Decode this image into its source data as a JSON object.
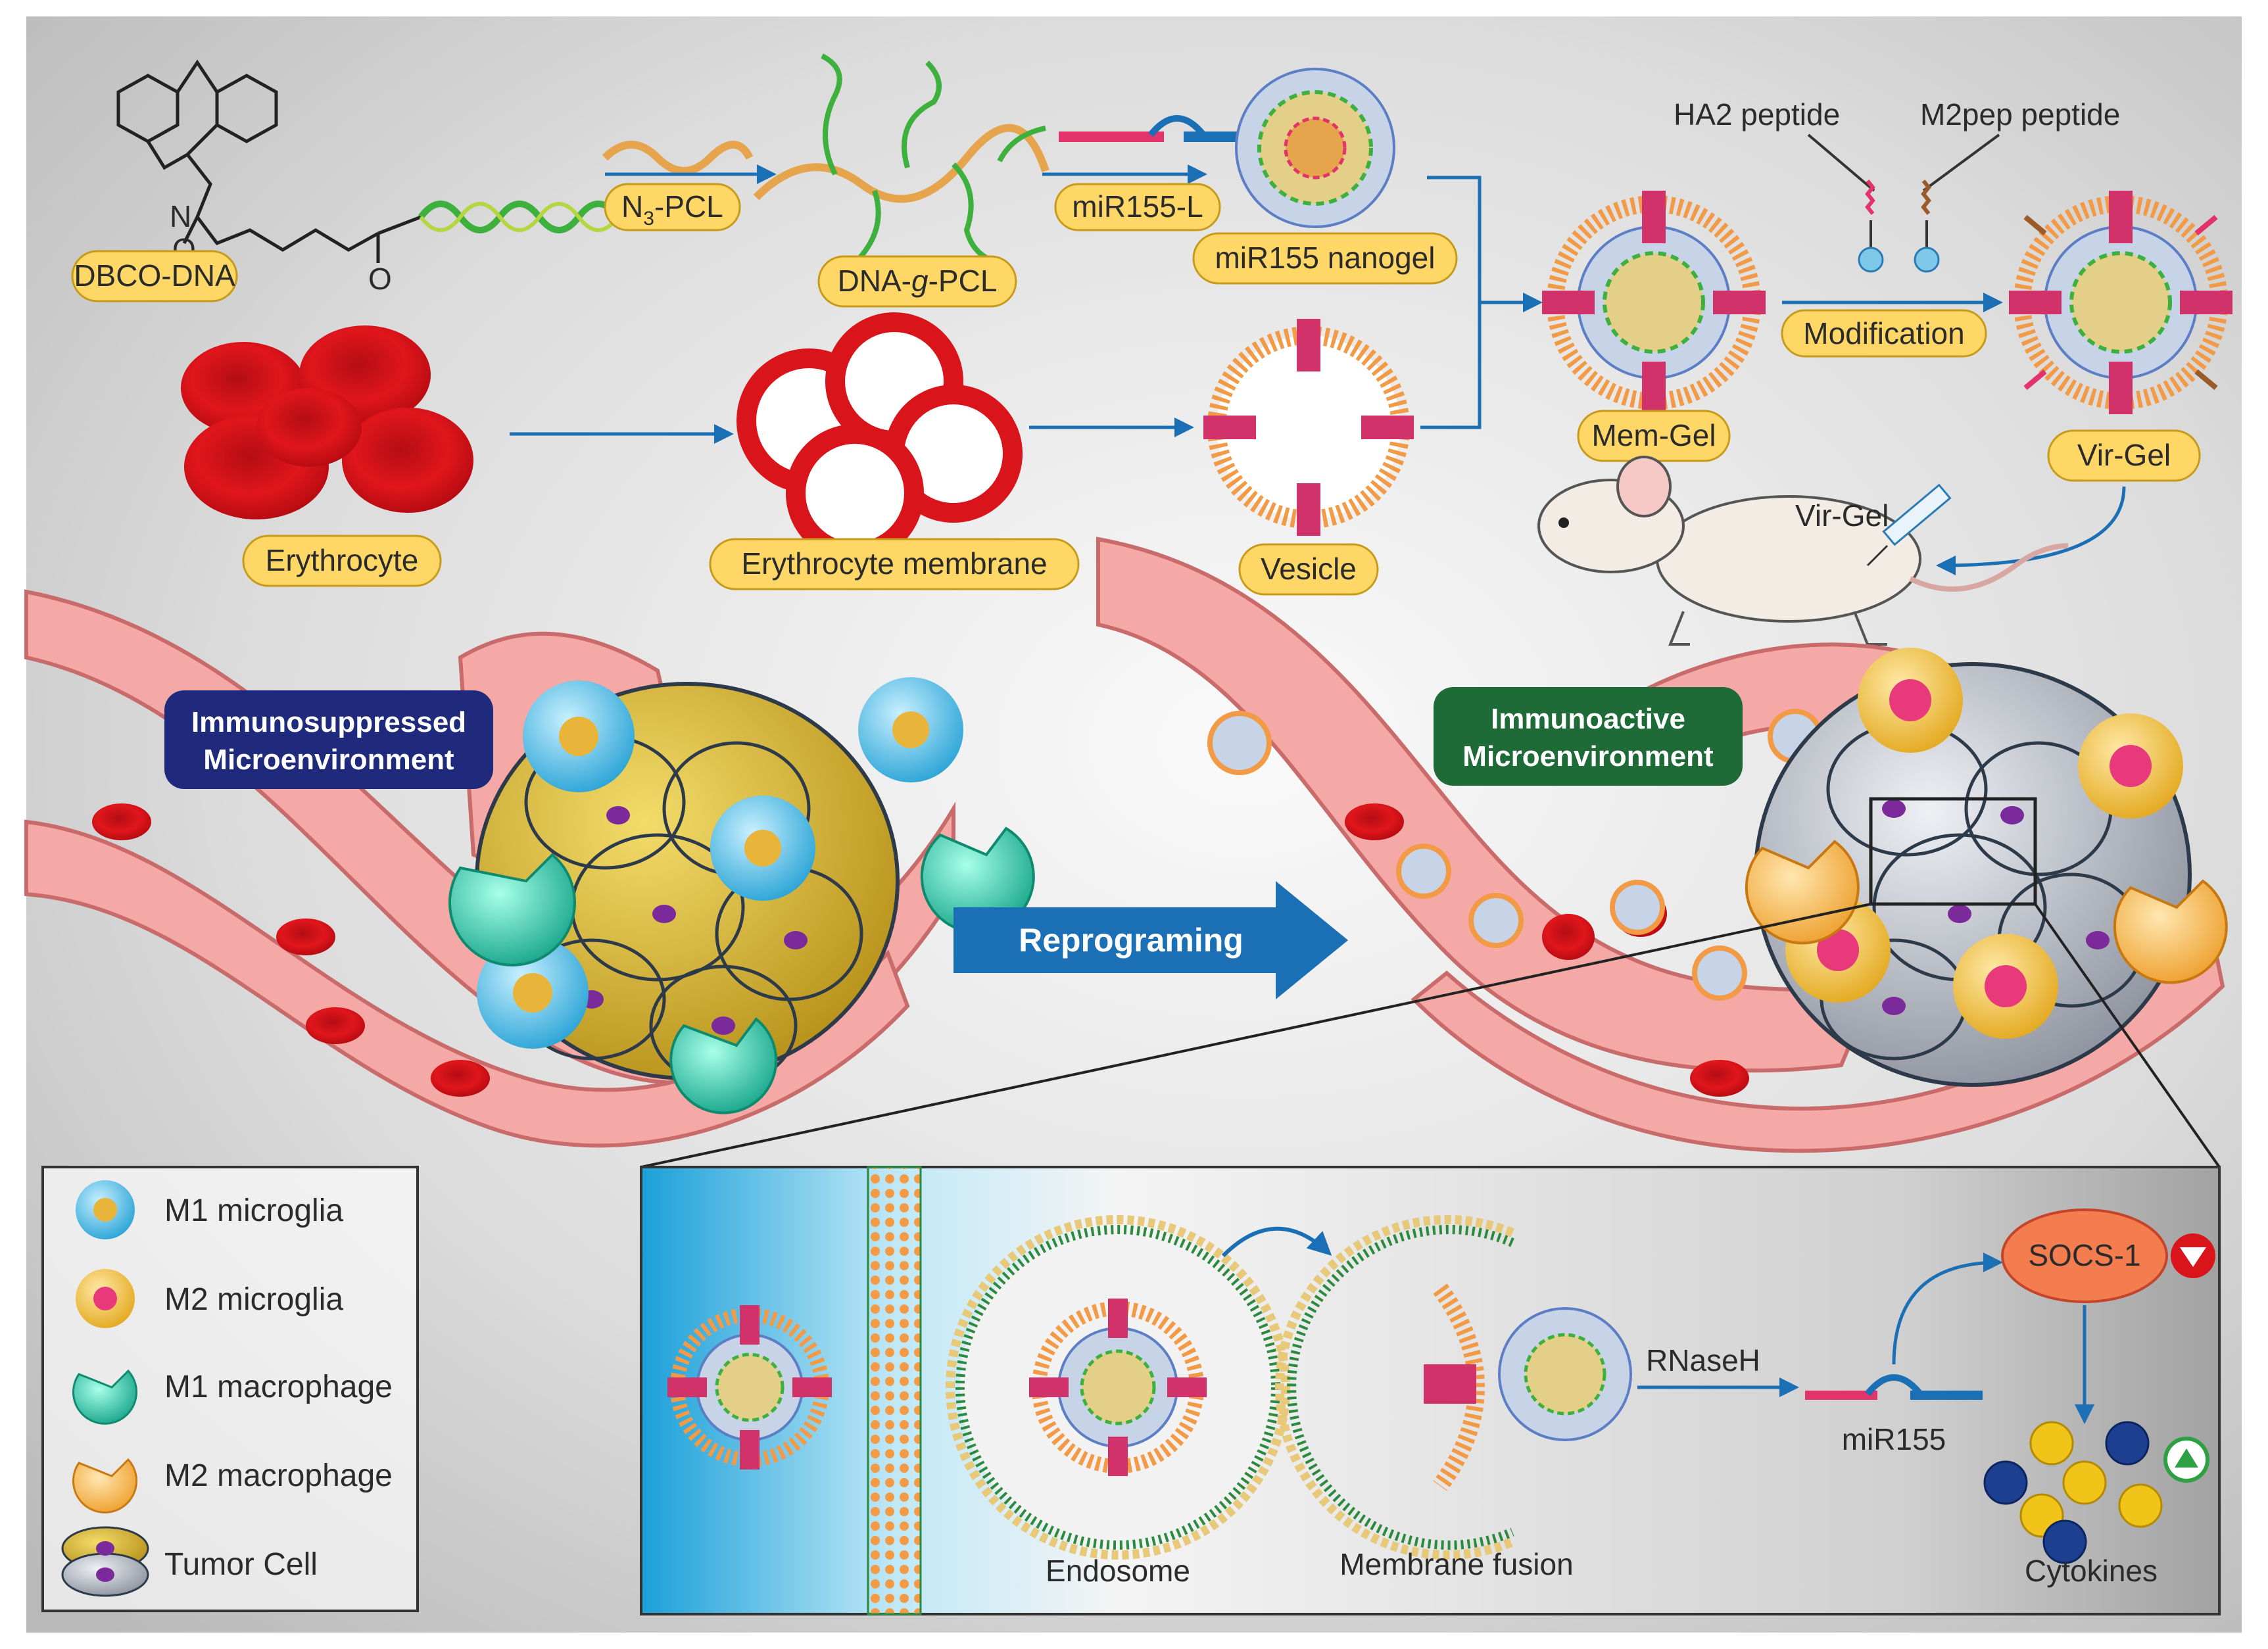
{
  "labels": {
    "dbco_dna": "DBCO-DNA",
    "n3_pcl_main": "N",
    "n3_pcl_sub": "3",
    "n3_pcl_rest": "-PCL",
    "dna_g_pcl_a": "DNA-",
    "dna_g_pcl_g": "g",
    "dna_g_pcl_b": "-PCL",
    "mir155_l": "miR155-L",
    "mir155_nanogel": "miR155 nanogel",
    "ha2_peptide": "HA2 peptide",
    "m2pep_peptide": "M2pep peptide",
    "modification": "Modification",
    "mem_gel": "Mem-Gel",
    "vir_gel": "Vir-Gel",
    "vir_gel_injection": "Vir-Gel",
    "erythrocyte": "Erythrocyte",
    "erythrocyte_membrane": "Erythrocyte membrane",
    "vesicle": "Vesicle",
    "immunosuppressed_1": "Immunosuppressed",
    "immunosuppressed_2": "Microenvironment",
    "immunoactive_1": "Immunoactive",
    "immunoactive_2": "Microenvironment",
    "reprograming": "Reprograming",
    "endosome": "Endosome",
    "membrane_fusion": "Membrane fusion",
    "rnaseh": "RNaseH",
    "mir155": "miR155",
    "socs1": "SOCS-1",
    "cytokines": "Cytokines",
    "carbonyl_o1": "O",
    "carbonyl_o2": "O",
    "nitrogen": "N"
  },
  "legend": {
    "items": [
      {
        "label": "M1 microglia"
      },
      {
        "label": "M2 microglia"
      },
      {
        "label": "M1 macrophage"
      },
      {
        "label": "M2 macrophage"
      },
      {
        "label": "Tumor Cell"
      }
    ]
  },
  "colors": {
    "pill_fill": "#ffd766",
    "arrow_blue": "#1a6fb5",
    "vessel_pink": "#f4a9a6",
    "rbc_red": "#d9141b",
    "tumor_gold": "#d9b52a",
    "tumor_grey": "#a9adb8",
    "banner_navy": "#202a7c",
    "banner_green": "#1e6b38",
    "socs_orange": "#f47d4f"
  }
}
